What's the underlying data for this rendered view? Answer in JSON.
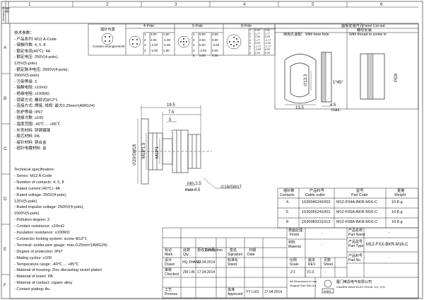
{
  "frame": {
    "columns": [
      "1",
      "2",
      "3",
      "4",
      "5",
      "6"
    ],
    "rows": [
      "A",
      "B",
      "C",
      "D",
      "E",
      "F"
    ],
    "corner_label": "Drawing No.",
    "corner_label_cn": "图号"
  },
  "pin_table": {
    "header_cn": "插针布置",
    "header_en": "Contact arrangements",
    "groups": [
      {
        "title": "4-Pole",
        "rows": [
          [
            "1",
            "2.00",
            "1.80"
          ],
          [
            "2",
            "2.00",
            "-1.80"
          ],
          [
            "3",
            "-2.00",
            "-1.80"
          ],
          [
            "4",
            "-2.00",
            "1.80"
          ]
        ]
      },
      {
        "title": "5-Pole",
        "rows": [
          [
            "1",
            "0.00",
            "2.50"
          ],
          [
            "2",
            "2.50",
            "0.00"
          ],
          [
            "3",
            "0.00",
            "-2.50"
          ],
          [
            "4",
            "-2.50",
            "0.00"
          ],
          [
            "5",
            "0.00",
            "0.00"
          ]
        ]
      },
      {
        "title": "8-Pole",
        "rows": [
          [
            "1",
            "0.00",
            "2.50"
          ],
          [
            "2",
            "1.77",
            "1.77"
          ],
          [
            "3",
            "2.50",
            "0.00"
          ],
          [
            "4",
            "1.77",
            "-1.77"
          ],
          [
            "5",
            "0.00",
            "-2.50"
          ],
          [
            "6",
            "-1.77",
            "-1.77"
          ],
          [
            "7",
            "-2.50",
            "0.00"
          ],
          [
            "8",
            "0.00",
            "0.00"
          ]
        ]
      }
    ]
  },
  "cn_specs": [
    "技术参数：",
    "- 产品系列: M12 A-Code",
    "- 接触件数: 4, 5, 8",
    "- 额定电流(40℃): 4A",
    "- 额定电压: 250V(4-pole),",
    "             125V(5-pole)",
    "- 额定脉冲电压: 2500V(4-pole),",
    "                 1500V(5-pole)",
    "- 污染等级: 3",
    "- 接触电阻: ≤10mΩ",
    "- 绝缘电阻: ≥100MΩ",
    "- 锁紧方式: 螺纹式M12*1",
    "- 连接方式: 焊接, 线规: 最大0.25mm²(AWG24)",
    "- 防护等级: IP67",
    "- 插拔次数: ≥100",
    "- 温度范围: -40℃ ... +85℃",
    "- 外壳材料: 锌铸镀镍",
    "- 胶芯材料: PA",
    "- 接针材料: 铜合金",
    "- 插针电镀材料: 金"
  ],
  "en_specs": [
    "Technical specification:",
    "- Series: M12 A-Code",
    "- Number of contacts: 4, 5, 8",
    "- Rated current (40℃): 4A",
    "- Rated voltage: 250V(4-pole),",
    "                 125V(5-pole)",
    "- Rated impulse voltage: 2500V(4-pole),",
    "                         1500V(5-pole)",
    "- Pollution degree: 3",
    "- Contact resistance: ≤10mΩ",
    "- Insulation resistance: ≥100MΩ",
    "- Connector locking system: screw M12*1",
    "- Terminal: solder,wire gauge: max.0.25mm²(AWG24)",
    "- Degree of protection: IP67",
    "- Mating cycles: ≥100",
    "- Temperature range: -40℃ ... +85℃",
    "- Material of housing: Zinc diecasting nickel plated",
    "- Material of insert: PA",
    "- Material of contact: copper alloy",
    "- Contact plating: Au"
  ],
  "drawing_dims": {
    "d19_5": "19.5",
    "d7_5": "7.5",
    "d5": "5",
    "d20": "∅20/SW18",
    "m18": "M18*1.5",
    "m12": "M12*1",
    "min25": "min.2.5",
    "max45": "max.4.5",
    "d18": "∅18/SW17"
  },
  "panel_cutout": {
    "title_cn": "面板安装开孔",
    "title_en": "Panel Cut-out",
    "left_cn": "用有孔装配",
    "left_en": "With bore hole",
    "right_cn": "螺纹安装",
    "right_en": "With thread to screw in",
    "dim_135": "13.5",
    "dim_d133": "∅13.3",
    "dim_chamfer": "1*45°",
    "dim_45max": "4.5",
    "dim_max": "max.",
    "dim_pg9": "PG9"
  },
  "parts_table": {
    "headers": [
      [
        "插针数",
        "Contacts"
      ],
      [
        "产品料号",
        "Cable outlet"
      ],
      [
        "型号",
        "Part Code"
      ],
      [
        "重量",
        "Weight"
      ]
    ],
    "rows": [
      [
        "4",
        "1630046241003",
        "M12-F04A-BKR-M16-C",
        "10.8 g"
      ],
      [
        "5",
        "1630056241001",
        "M12-F05A-BKR-M16-C",
        "10.8 g"
      ],
      [
        "8",
        "1630083231012",
        "M12-F08A-BKR-M16-C",
        "10.8 g"
      ]
    ]
  },
  "title_block": {
    "mark_cn": "标记",
    "mark_en": "Mark",
    "qty_cn": "处数",
    "qty_en": "Qty.",
    "doc_cn": "更改文件号",
    "doc_en": "Modification",
    "desc_cn": "更改单号/",
    "desc_en": "Description",
    "sig_cn": "签名",
    "sig_en": "Signature",
    "date_cn": "日期",
    "date_en": "Date",
    "drawn_cn": "设计",
    "drawn_en": "Drawn",
    "drawn_name": "HQ ZHANG",
    "drawn_date": "17.04.2014",
    "std_cn": "标准化",
    "std_en": "Stand.",
    "checked_cn": "审核",
    "checked_en": "Checked",
    "checked_name": "ZM LIN",
    "checked_date": "17.04.2014",
    "process_cn": "工艺",
    "process_en": "Process",
    "approved_cn": "批准",
    "approved_en": "Approved",
    "approved_name": "YY LUO",
    "approved_date": "17.04.2014",
    "finish_cn": "表面处理",
    "finish_en": "Finish",
    "finish_val": "-",
    "material_cn": "材料",
    "material_en": "Material",
    "material_val": "-",
    "scale_cn": "比例",
    "scale_en": "Scale",
    "scale_val": "2:1",
    "rev_cn": "版本",
    "rev_en": "REV.",
    "rev_val": "V1.0",
    "sheet_cn": "页数",
    "sheet_en": "Sheet",
    "sheet_val": "-",
    "product_name_cn": "产品名称",
    "product_name_en": "Part Name",
    "product_name_val": "-",
    "product_type_cn": "产品型号",
    "product_type_en": "Part Type",
    "product_type_val": "M12-FXX-BKR-M16-C",
    "part_no_cn": "产品料号",
    "part_no_en": "Part No.",
    "part_no_val": "-",
    "units": "All Dimensions in mm",
    "standard": "Original Size DIN A 4",
    "company_cn": "厦门唯恩电气有限公司",
    "company_en": "XIAMEN WAIN ELECTRICAL CO.,LTD",
    "logo_text": "WAIN"
  }
}
